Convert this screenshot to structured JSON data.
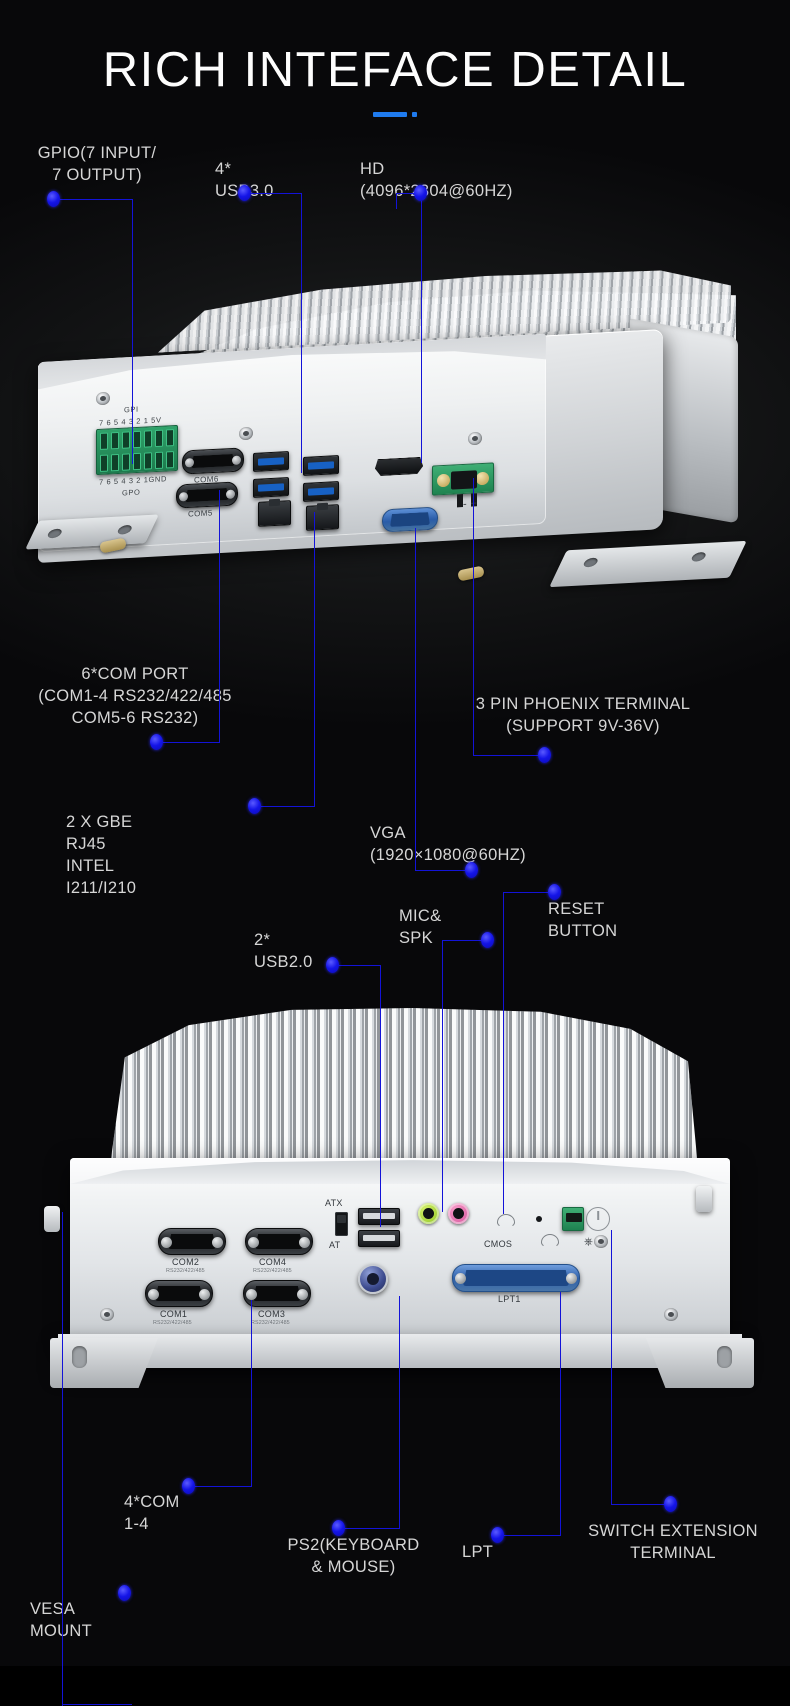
{
  "header": {
    "title": "RICH INTEFACE DETAIL",
    "accent_color": "#1f7bef"
  },
  "theme": {
    "background": "#0a0a0a",
    "label_color": "#d6d6d6",
    "leader_color": "#1313d8",
    "node_color": "#1414e8"
  },
  "top_device": {
    "name": "front-io-panel",
    "panel_markings": {
      "gpi_title": "GPI",
      "gpi_pins": "7 6 5 4 3 2 1 5V",
      "gpo_pins": "7 6 5 4 3 2 1GND",
      "gpo_title": "GPO",
      "com6": "COM6",
      "com5": "COM5",
      "polarity": "- +"
    },
    "callouts": [
      {
        "id": "gpio",
        "label": "GPIO(7 INPUT/\n7 OUTPUT)"
      },
      {
        "id": "usb30",
        "label": "4* USB3.0"
      },
      {
        "id": "hd",
        "label": "HD (4096*2304@60HZ)"
      },
      {
        "id": "com",
        "label": "6*COM PORT\n(COM1-4 RS232/422/485\nCOM5-6 RS232)"
      },
      {
        "id": "phoenix",
        "label": "3 PIN PHOENIX TERMINAL\n(SUPPORT 9V-36V)"
      },
      {
        "id": "lan",
        "label": "2 X GBE RJ45 INTEL I211/I210"
      },
      {
        "id": "vga",
        "label": "VGA (1920×1080@60HZ)"
      }
    ]
  },
  "bottom_device": {
    "name": "rear-io-panel",
    "panel_markings": {
      "com2": "COM2",
      "com2_sub": "RS232/422/485",
      "com4": "COM4",
      "com4_sub": "RS232/422/485",
      "com1": "COM1",
      "com1_sub": "RS232/422/485",
      "com3": "COM3",
      "com3_sub": "RS232/422/485",
      "atx": "ATX",
      "at": "AT",
      "cmos": "CMOS",
      "lpt1": "LPT1"
    },
    "callouts": [
      {
        "id": "usb20",
        "label": "2* USB2.0"
      },
      {
        "id": "micspk",
        "label": "MIC& SPK"
      },
      {
        "id": "reset",
        "label": "RESET BUTTON"
      },
      {
        "id": "com14",
        "label": "4*COM 1-4"
      },
      {
        "id": "ps2",
        "label": "PS2(KEYBOARD\n& MOUSE)"
      },
      {
        "id": "lpt",
        "label": "LPT"
      },
      {
        "id": "switch",
        "label": "SWITCH EXTENSION\nTERMINAL"
      },
      {
        "id": "vesa",
        "label": "VESA MOUNT"
      }
    ]
  }
}
